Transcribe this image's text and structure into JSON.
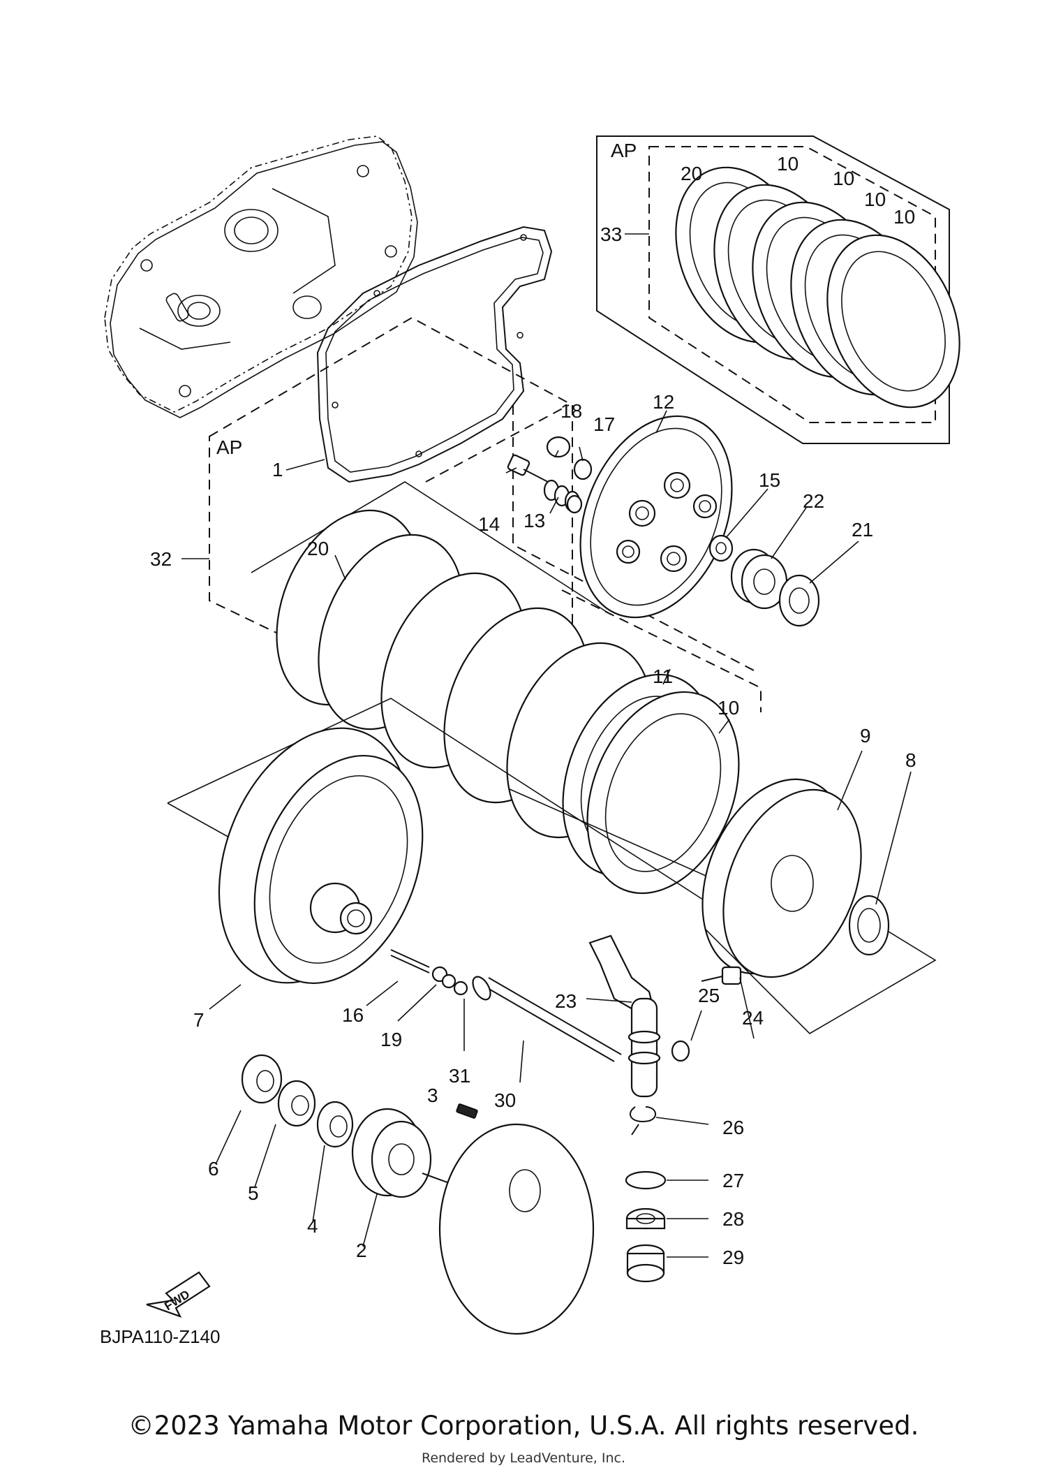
{
  "diagram": {
    "code": "BJPA110-Z140",
    "fwd_label": "FWD",
    "group_ap_top": "AP",
    "group_ap_main": "AP",
    "callouts": [
      {
        "key": "c1",
        "text": "1"
      },
      {
        "key": "c2",
        "text": "2"
      },
      {
        "key": "c3",
        "text": "3"
      },
      {
        "key": "c4",
        "text": "4"
      },
      {
        "key": "c5",
        "text": "5"
      },
      {
        "key": "c6",
        "text": "6"
      },
      {
        "key": "c7",
        "text": "7"
      },
      {
        "key": "c8",
        "text": "8"
      },
      {
        "key": "c9",
        "text": "9"
      },
      {
        "key": "c10a",
        "text": "10"
      },
      {
        "key": "c10b",
        "text": "10"
      },
      {
        "key": "c10c",
        "text": "10"
      },
      {
        "key": "c10d",
        "text": "10"
      },
      {
        "key": "c10e",
        "text": "10"
      },
      {
        "key": "c11",
        "text": "11"
      },
      {
        "key": "c12",
        "text": "12"
      },
      {
        "key": "c13",
        "text": "13"
      },
      {
        "key": "c14",
        "text": "14"
      },
      {
        "key": "c15",
        "text": "15"
      },
      {
        "key": "c16",
        "text": "16"
      },
      {
        "key": "c17",
        "text": "17"
      },
      {
        "key": "c18",
        "text": "18"
      },
      {
        "key": "c19",
        "text": "19"
      },
      {
        "key": "c20a",
        "text": "20"
      },
      {
        "key": "c20b",
        "text": "20"
      },
      {
        "key": "c21",
        "text": "21"
      },
      {
        "key": "c22",
        "text": "22"
      },
      {
        "key": "c23",
        "text": "23"
      },
      {
        "key": "c24",
        "text": "24"
      },
      {
        "key": "c25",
        "text": "25"
      },
      {
        "key": "c26",
        "text": "26"
      },
      {
        "key": "c27",
        "text": "27"
      },
      {
        "key": "c28",
        "text": "28"
      },
      {
        "key": "c29",
        "text": "29"
      },
      {
        "key": "c30",
        "text": "30"
      },
      {
        "key": "c31",
        "text": "31"
      },
      {
        "key": "c32",
        "text": "32"
      },
      {
        "key": "c33",
        "text": "33"
      }
    ]
  },
  "footer": {
    "copyright": "©2023 Yamaha Motor Corporation, U.S.A. All rights reserved.",
    "rendered_by": "Rendered by LeadVenture, Inc."
  }
}
